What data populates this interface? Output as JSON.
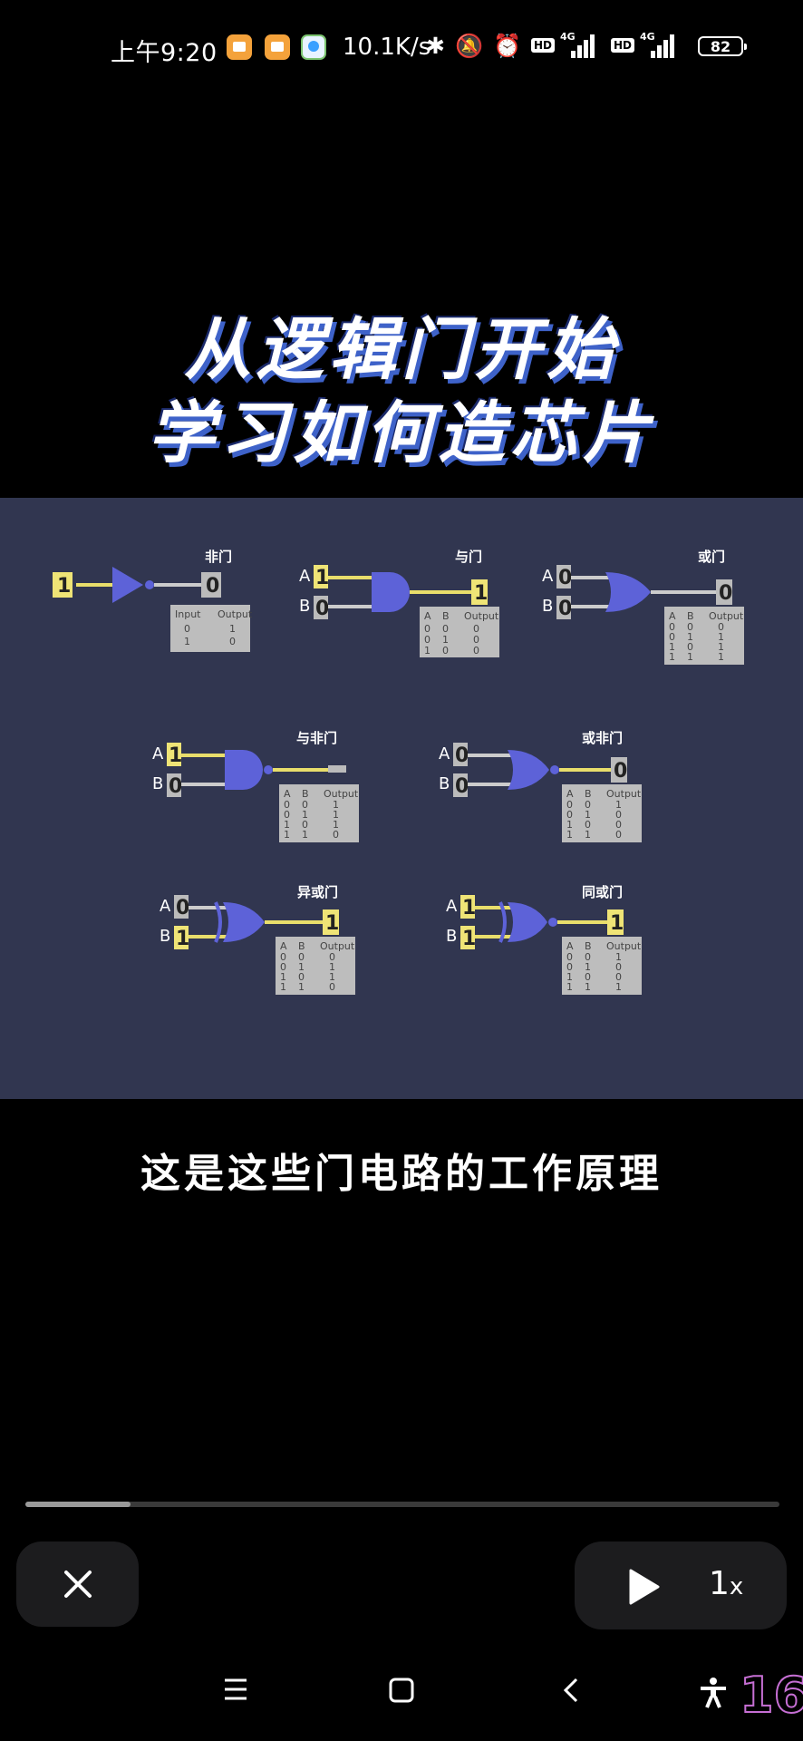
{
  "status_bar": {
    "time": "上午9:20",
    "net_speed": "10.1K/s",
    "hd1": "HD",
    "hd2": "HD",
    "net1": "4G",
    "net2": "4G",
    "battery": "82"
  },
  "title": {
    "line1": "从逻辑门开始",
    "line2": "学习如何造芯片"
  },
  "diagram": {
    "gates": [
      {
        "name": "非门"
      },
      {
        "name": "与门"
      },
      {
        "name": "或门"
      },
      {
        "name": "与非门"
      },
      {
        "name": "或非门"
      },
      {
        "name": "异或门"
      },
      {
        "name": "同或门"
      }
    ],
    "not_inputs": {
      "input": "1",
      "output": "0"
    },
    "and_io": {
      "a": "1",
      "b": "0",
      "out": "1"
    },
    "or_io": {
      "a": "0",
      "b": "0",
      "out": "0"
    },
    "nand_io": {
      "a": "1",
      "b": "0",
      "out": ""
    },
    "nor_io": {
      "a": "0",
      "b": "0",
      "out": "0"
    },
    "xor_io": {
      "a": "0",
      "b": "1",
      "out": "1"
    },
    "xnor_io": {
      "a": "1",
      "b": "1",
      "out": "1"
    },
    "label_a": "A",
    "label_b": "B",
    "table_head_input": "Input",
    "table_head_output": "Output",
    "not_table": [
      [
        "0",
        "1"
      ],
      [
        "1",
        "0"
      ]
    ],
    "and_table": [
      [
        "0",
        "0",
        "0"
      ],
      [
        "0",
        "1",
        "0"
      ],
      [
        "1",
        "0",
        "0"
      ]
    ],
    "or_table": [
      [
        "0",
        "0",
        "0"
      ],
      [
        "0",
        "1",
        "1"
      ],
      [
        "1",
        "0",
        "1"
      ],
      [
        "1",
        "1",
        "1"
      ]
    ],
    "nand_table": [
      [
        "0",
        "0",
        "1"
      ],
      [
        "0",
        "1",
        "1"
      ],
      [
        "1",
        "0",
        "1"
      ],
      [
        "1",
        "1",
        "0"
      ]
    ],
    "nor_table": [
      [
        "0",
        "0",
        "1"
      ],
      [
        "0",
        "1",
        "0"
      ],
      [
        "1",
        "0",
        "0"
      ],
      [
        "1",
        "1",
        "0"
      ]
    ],
    "xor_table": [
      [
        "0",
        "0",
        "0"
      ],
      [
        "0",
        "1",
        "1"
      ],
      [
        "1",
        "0",
        "1"
      ],
      [
        "1",
        "1",
        "0"
      ]
    ],
    "xnor_table": [
      [
        "0",
        "0",
        "1"
      ],
      [
        "0",
        "1",
        "0"
      ],
      [
        "1",
        "0",
        "0"
      ],
      [
        "1",
        "1",
        "1"
      ]
    ]
  },
  "subtitle": "这是这些门电路的工作原理",
  "playback": {
    "progress": 0.14,
    "speed_num": "1",
    "speed_unit": "x"
  },
  "badge": "16"
}
